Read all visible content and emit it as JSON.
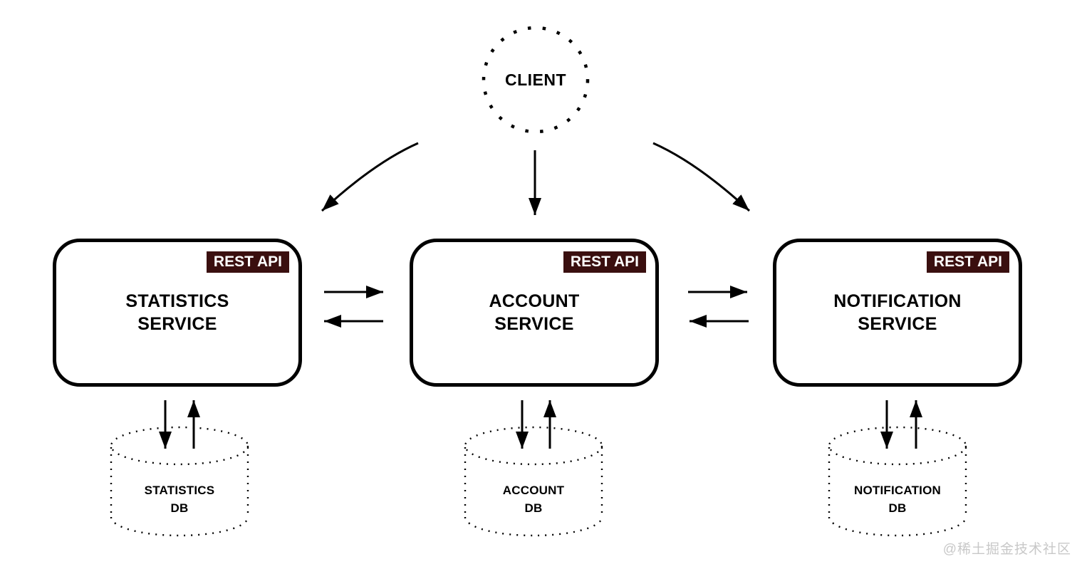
{
  "client": {
    "label": "CLIENT"
  },
  "services": [
    {
      "badge": "REST API",
      "name": [
        "STATISTICS",
        "SERVICE"
      ],
      "db": [
        "STATISTICS",
        "DB"
      ]
    },
    {
      "badge": "REST API",
      "name": [
        "ACCOUNT",
        "SERVICE"
      ],
      "db": [
        "ACCOUNT",
        "DB"
      ]
    },
    {
      "badge": "REST API",
      "name": [
        "NOTIFICATION",
        "SERVICE"
      ],
      "db": [
        "NOTIFICATION",
        "DB"
      ]
    }
  ],
  "watermark": "@稀土掘金技术社区",
  "colors": {
    "badge_bg": "#3a0f0f",
    "badge_text": "#ffffff",
    "stroke": "#000000",
    "watermark_text": "#c8c8c8",
    "background": "#ffffff"
  }
}
